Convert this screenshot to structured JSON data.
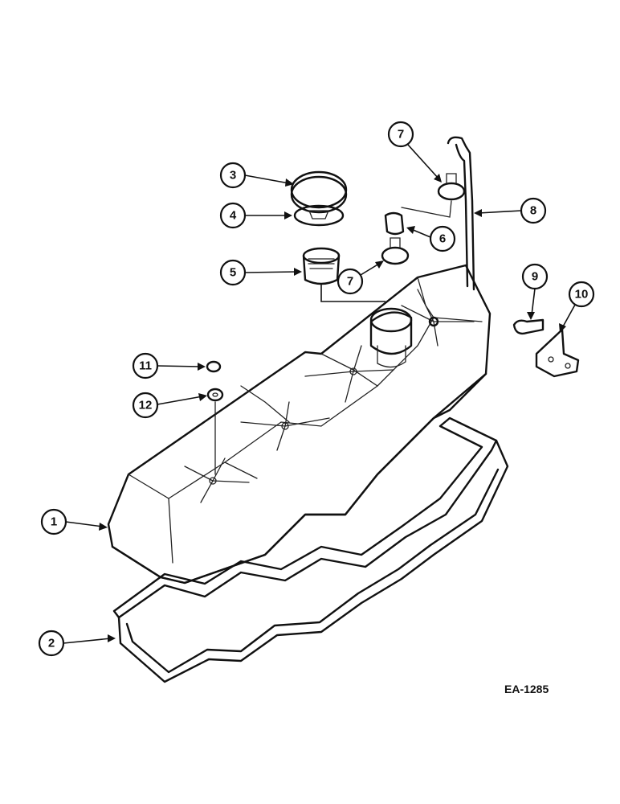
{
  "diagram": {
    "reference_code": "EA-1285",
    "callouts": [
      {
        "label": "1",
        "part": "valve-cover"
      },
      {
        "label": "2",
        "part": "cover-gasket"
      },
      {
        "label": "3",
        "part": "breather-cap"
      },
      {
        "label": "4",
        "part": "cap-seal"
      },
      {
        "label": "5",
        "part": "breather-element"
      },
      {
        "label": "6",
        "part": "hose"
      },
      {
        "label": "7",
        "part": "hose-clamp-lower"
      },
      {
        "label": "7",
        "part": "hose-clamp-upper"
      },
      {
        "label": "8",
        "part": "breather-tube"
      },
      {
        "label": "9",
        "part": "tube-clip"
      },
      {
        "label": "10",
        "part": "bracket"
      },
      {
        "label": "11",
        "part": "nut"
      },
      {
        "label": "12",
        "part": "washer"
      }
    ]
  }
}
